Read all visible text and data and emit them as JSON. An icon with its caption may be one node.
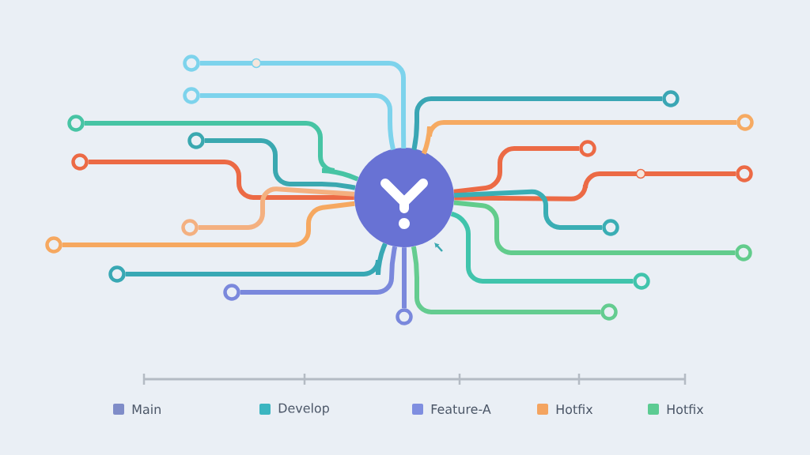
{
  "diagram": {
    "nodes": [
      {
        "text": [],
        "shape": "circle"
      },
      {
        "text": [],
        "shape": "circle"
      },
      {
        "text": [],
        "shape": "circle"
      },
      {
        "text": [],
        "shape": "circle"
      },
      {
        "text": [],
        "shape": "circle"
      },
      {
        "text": [],
        "shape": "circle"
      },
      {
        "text": [],
        "shape": "circle"
      },
      {
        "text": [],
        "shape": "circle"
      },
      {
        "text": [],
        "shape": "circle"
      },
      {
        "text": [],
        "shape": "circle"
      },
      {
        "text": [],
        "shape": "circle"
      },
      {
        "text": [],
        "shape": "circle"
      },
      {
        "text": [],
        "shape": "circle"
      },
      {
        "text": [],
        "shape": "circle"
      },
      {
        "text": [],
        "shape": "circle"
      },
      {
        "text": [],
        "shape": "circle"
      },
      {
        "text": [],
        "shape": "circle"
      },
      {
        "text": [],
        "shape": "circle"
      },
      {
        "text": [],
        "shape": "circle"
      }
    ],
    "edges": [
      {
        "from": 1,
        "to": 0,
        "arrow": "none",
        "color": "#7dd3ec"
      },
      {
        "from": 2,
        "to": 0,
        "arrow": "none",
        "color": "#7dd3ec"
      },
      {
        "from": 3,
        "to": 0,
        "arrow": "none",
        "color": "#3aa6b4"
      },
      {
        "from": 4,
        "to": 0,
        "arrow": "none",
        "color": "#f6aa62"
      },
      {
        "from": 5,
        "to": 0,
        "arrow": "none",
        "color": "#47c4a4"
      },
      {
        "from": 6,
        "to": 0,
        "arrow": "none",
        "color": "#3aa8b0"
      },
      {
        "from": 7,
        "to": 0,
        "arrow": "none",
        "color": "#ec6a45"
      },
      {
        "from": 8,
        "to": 0,
        "arrow": "none",
        "color": "#ec6a45"
      },
      {
        "from": 9,
        "to": 0,
        "arrow": "none",
        "color": "#ec6a45"
      },
      {
        "from": 10,
        "to": 0,
        "arrow": "none",
        "color": "#f4b080"
      },
      {
        "from": 11,
        "to": 0,
        "arrow": "none",
        "color": "#3aaeb4"
      },
      {
        "from": 12,
        "to": 0,
        "arrow": "none",
        "color": "#f6a860"
      },
      {
        "from": 13,
        "to": 0,
        "arrow": "none",
        "color": "#62cc8c"
      },
      {
        "from": 14,
        "to": 0,
        "arrow": "none",
        "color": "#38a8b4"
      },
      {
        "from": 15,
        "to": 0,
        "arrow": "none",
        "color": "#40c4ac"
      },
      {
        "from": 16,
        "to": 0,
        "arrow": "none",
        "color": "#7a88dc"
      },
      {
        "from": 17,
        "to": 0,
        "arrow": "none",
        "color": "#64cc90"
      },
      {
        "from": 18,
        "to": 0,
        "arrow": "none",
        "color": "#7a88dc"
      }
    ],
    "legend": [
      {
        "text": "Main",
        "color": "#7f8cc8"
      },
      {
        "text": "Develop",
        "color": "#3bb5c0"
      },
      {
        "text": "Feature-A",
        "color": "#7f8ee0"
      },
      {
        "text": "Hotfix",
        "color": "#f4a460"
      },
      {
        "text": "Hotfix",
        "color": "#5ccb92"
      }
    ]
  }
}
